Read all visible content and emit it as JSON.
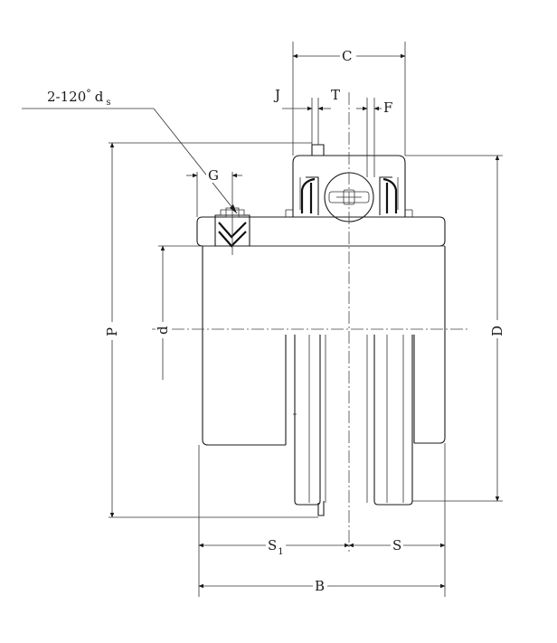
{
  "callout": {
    "prefix": "2-120",
    "degree": "°",
    "symbol": "d",
    "subscript": "s"
  },
  "dimensions": {
    "C": "C",
    "J": "J",
    "T": "T",
    "F": "F",
    "G": "G",
    "P": "P",
    "d": "d",
    "D": "D",
    "S1_main": "S",
    "S1_sub": "1",
    "S": "S",
    "B": "B"
  }
}
